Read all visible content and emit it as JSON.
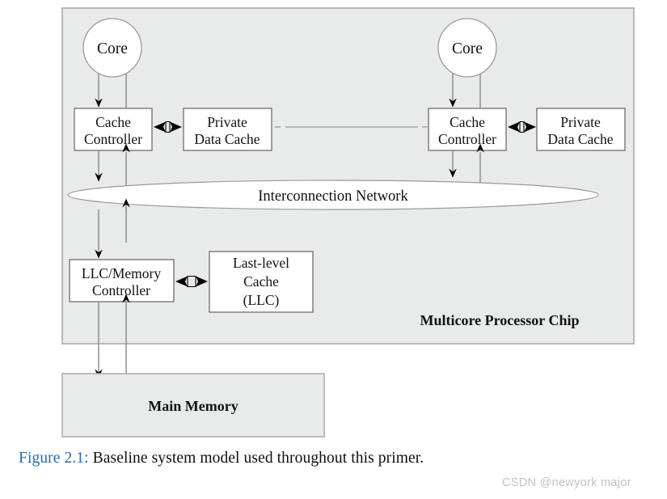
{
  "figure": {
    "caption_number": "Figure 2.1:",
    "caption_text": "Baseline system model used throughout this primer.",
    "watermark": "CSDN @newyork major"
  },
  "colors": {
    "chip_fill": "#e9eaea",
    "chip_border": "#aaaaaa",
    "box_fill": "#ffffff",
    "box_border": "#888888",
    "memory_fill": "#e9eaea",
    "memory_border": "#aaaaaa",
    "arrow_line": "#888888",
    "arrow_head": "#000000",
    "text": "#111111",
    "caption_accent": "#2a6ba3",
    "watermark": "#c2c2c2"
  },
  "chip": {
    "label": "Multicore Processor Chip"
  },
  "cores": [
    {
      "id": "core-left",
      "core_label": "Core",
      "cache_controller_label_line1": "Cache",
      "cache_controller_label_line2": "Controller",
      "private_cache_label_line1": "Private",
      "private_cache_label_line2": "Data Cache"
    },
    {
      "id": "core-right",
      "core_label": "Core",
      "cache_controller_label_line1": "Cache",
      "cache_controller_label_line2": "Controller",
      "private_cache_label_line1": "Private",
      "private_cache_label_line2": "Data Cache"
    }
  ],
  "interconnect": {
    "label": "Interconnection Network"
  },
  "llc_controller": {
    "label_line1": "LLC/Memory",
    "label_line2": "Controller"
  },
  "llc_cache": {
    "label_line1": "Last-level",
    "label_line2": "Cache",
    "label_line3": "(LLC)"
  },
  "main_memory": {
    "label": "Main Memory"
  }
}
